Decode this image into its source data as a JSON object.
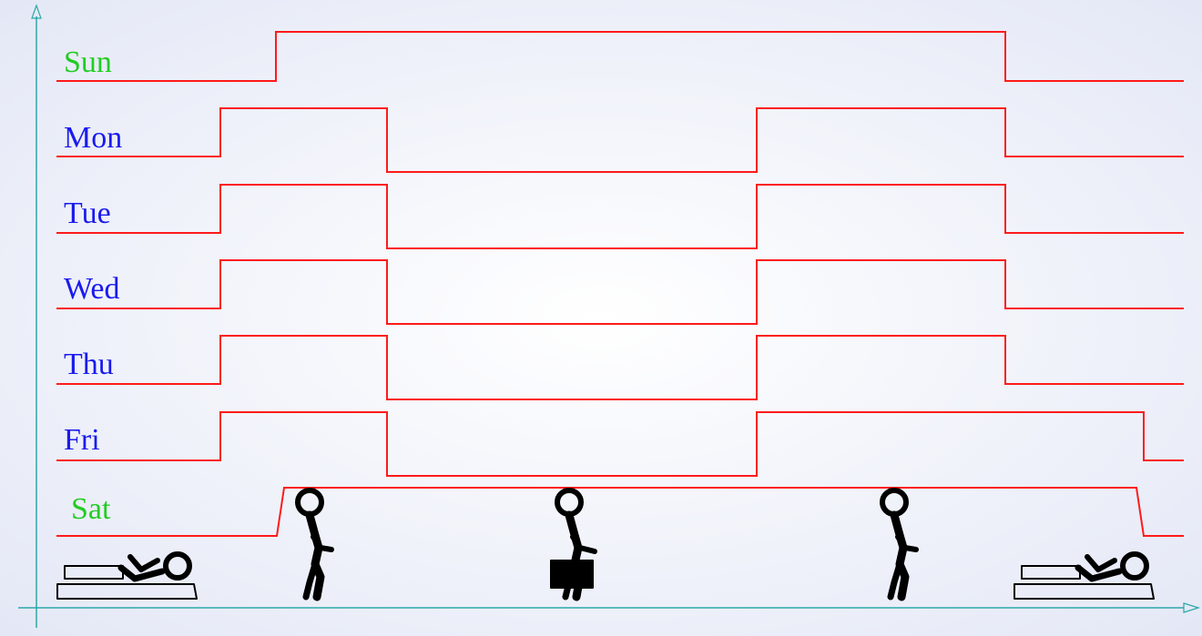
{
  "colors": {
    "axis": "#2aa8a8",
    "signal": "#ff1a1a",
    "weekend_label": "#22cc22",
    "weekday_label": "#1a1aee",
    "figure": "#000000",
    "background": "#eaedf8"
  },
  "days": [
    {
      "label": "Sun",
      "kind": "weekend"
    },
    {
      "label": "Mon",
      "kind": "weekday"
    },
    {
      "label": "Tue",
      "kind": "weekday"
    },
    {
      "label": "Wed",
      "kind": "weekday"
    },
    {
      "label": "Thu",
      "kind": "weekday"
    },
    {
      "label": "Fri",
      "kind": "weekday"
    },
    {
      "label": "Sat",
      "kind": "weekend"
    }
  ],
  "icons": [
    "sleeping-person-icon",
    "walking-person-icon",
    "person-with-briefcase-icon",
    "walking-person-icon",
    "sleeping-person-icon"
  ]
}
